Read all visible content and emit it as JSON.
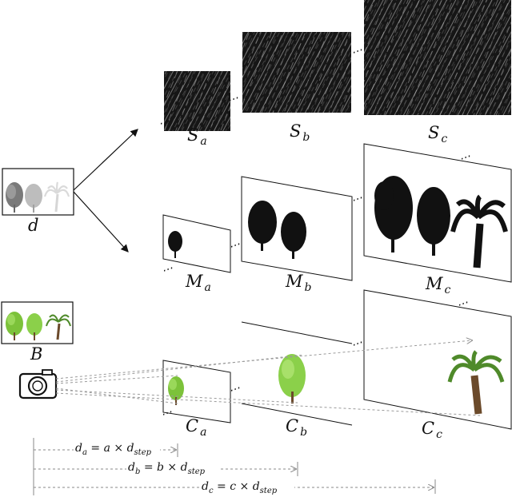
{
  "labels": {
    "depth": "d",
    "background": "B",
    "s": [
      {
        "main": "S",
        "sub": "a"
      },
      {
        "main": "S",
        "sub": "b"
      },
      {
        "main": "S",
        "sub": "c"
      }
    ],
    "m": [
      {
        "main": "M",
        "sub": "a"
      },
      {
        "main": "M",
        "sub": "b"
      },
      {
        "main": "M",
        "sub": "c"
      }
    ],
    "c": [
      {
        "main": "C",
        "sub": "a"
      },
      {
        "main": "C",
        "sub": "b"
      },
      {
        "main": "C",
        "sub": "c"
      }
    ]
  },
  "equations": [
    {
      "d": "d",
      "ds": "a",
      "coef": "a",
      "step": "step"
    },
    {
      "d": "d",
      "ds": "b",
      "coef": "b",
      "step": "step"
    },
    {
      "d": "d",
      "ds": "c",
      "coef": "c",
      "step": "step"
    }
  ],
  "ellipsis": "⋯",
  "colors": {
    "tree_green": "#7cc23a",
    "tree_dark_green": "#3f8f1f",
    "trunk": "#6b4a2b",
    "palm_green": "#4f8a2a",
    "rain_dark": "#1a1a1a"
  },
  "icons": [
    "camera-icon",
    "tree-icon",
    "palm-icon"
  ]
}
